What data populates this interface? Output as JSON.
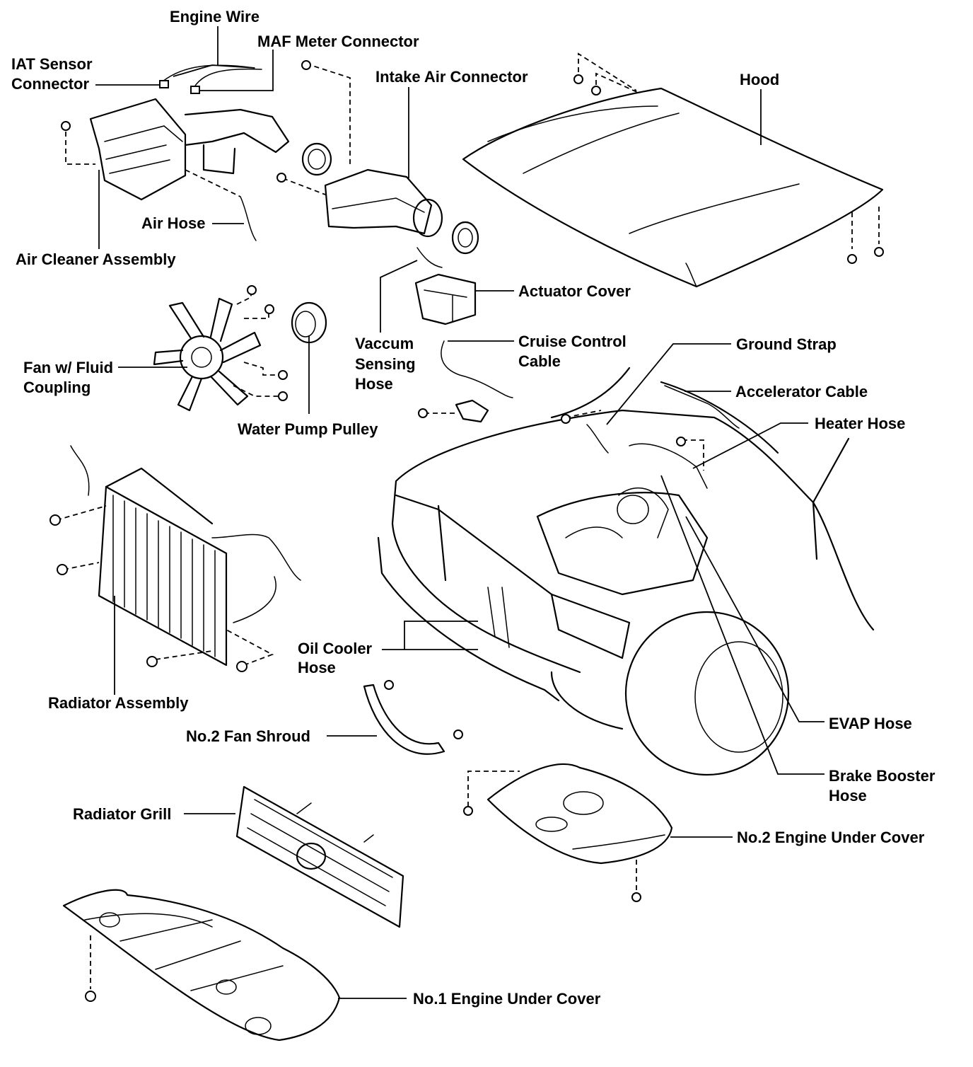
{
  "labels": {
    "engine_wire": "Engine Wire",
    "maf_meter_connector": "MAF Meter Connector",
    "iat_sensor_connector_1": "IAT Sensor",
    "iat_sensor_connector_2": "Connector",
    "intake_air_connector": "Intake Air Connector",
    "hood": "Hood",
    "air_hose": "Air Hose",
    "air_cleaner_assembly": "Air Cleaner Assembly",
    "actuator_cover": "Actuator Cover",
    "vaccum_sensing_hose_1": "Vaccum",
    "vaccum_sensing_hose_2": "Sensing",
    "vaccum_sensing_hose_3": "Hose",
    "cruise_control_cable_1": "Cruise Control",
    "cruise_control_cable_2": "Cable",
    "ground_strap": "Ground Strap",
    "fan_fluid_coupling_1": "Fan w/ Fluid",
    "fan_fluid_coupling_2": "Coupling",
    "accelerator_cable": "Accelerator Cable",
    "heater_hose": "Heater Hose",
    "water_pump_pulley": "Water Pump Pulley",
    "oil_cooler_hose_1": "Oil Cooler",
    "oil_cooler_hose_2": "Hose",
    "radiator_assembly": "Radiator Assembly",
    "evap_hose": "EVAP Hose",
    "no2_fan_shroud": "No.2 Fan Shroud",
    "brake_booster_hose_1": "Brake Booster",
    "brake_booster_hose_2": "Hose",
    "radiator_grill": "Radiator Grill",
    "no2_engine_under_cover": "No.2 Engine Under Cover",
    "no1_engine_under_cover": "No.1 Engine Under Cover"
  }
}
